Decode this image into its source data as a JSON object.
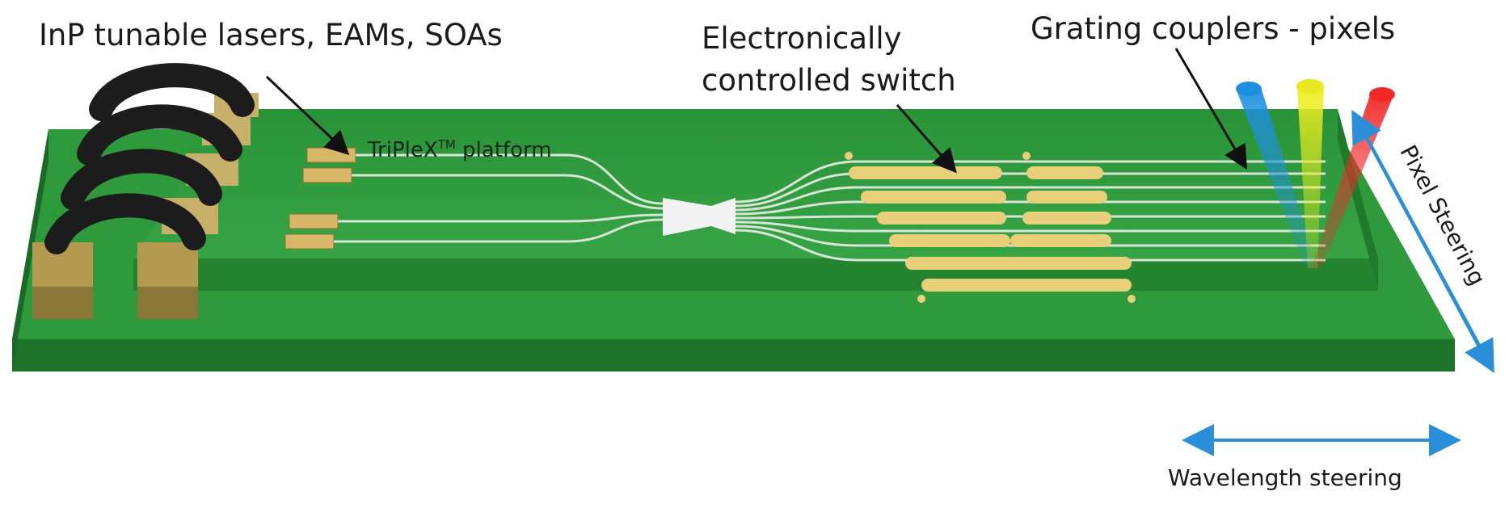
{
  "labels": {
    "inp": "InP tunable lasers, EAMs, SOAs",
    "switch_line1": "Electronically",
    "switch_line2": "controlled switch",
    "grating": "Grating couplers - pixels",
    "platform_name": "TriPleX",
    "platform_tm": "TM",
    "platform_suffix": " platform",
    "pixel_steering": "Pixel Steering",
    "wavelength_steering": "Wavelength steering"
  },
  "colors": {
    "board": "#2f9a3c",
    "board_dark": "#1f7a2c",
    "board_edge": "#176024",
    "platform": "#3aa748",
    "waveguide": "#d9e4d9",
    "electrode": "#e8cf7a",
    "cable": "#1c1c1c",
    "connector": "#c6b06a",
    "beam_blue": "#1d8fe0",
    "beam_yellow": "#e8e81e",
    "beam_red": "#f02828",
    "arrow": "#2a8fd8"
  }
}
